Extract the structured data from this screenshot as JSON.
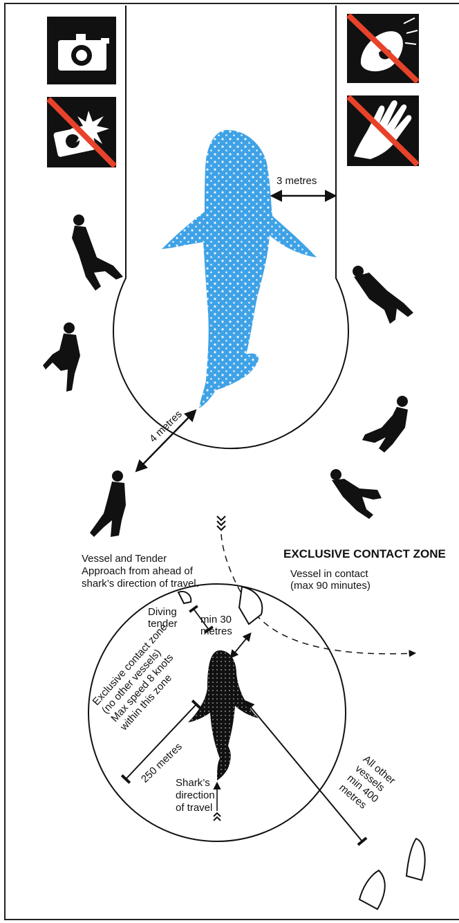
{
  "icons": [
    {
      "name": "camera-icon",
      "prohibited": false
    },
    {
      "name": "camera-flash-icon",
      "prohibited": true
    },
    {
      "name": "ride-shark-icon",
      "prohibited": true
    },
    {
      "name": "touch-shark-icon",
      "prohibited": true
    }
  ],
  "colors": {
    "shark_top": "#3fa2e6",
    "prohibited_slash": "#e8432a",
    "icon_box": "#111111",
    "lines": "#111111"
  },
  "labels": {
    "three_metres": "3 metres",
    "four_metres": "4 metres",
    "zone_heading": "EXCLUSIVE CONTACT ZONE",
    "approach": [
      "Vessel and Tender",
      "Approach from ahead of",
      "shark’s direction of travel."
    ],
    "vessel_contact": [
      "Vessel in contact",
      "(max 90 minutes)"
    ],
    "min30": [
      "min 30",
      "metres"
    ],
    "diving_tender": [
      "Diving",
      "tender"
    ],
    "exclusive_zone": [
      "Exclusive contact zone",
      "(no other vessels)",
      "Max speed 8 knots",
      "within this zone"
    ],
    "two_fifty": "250 metres",
    "direction": [
      "Shark’s",
      "direction",
      "of travel"
    ],
    "other_vessels": [
      "All other",
      "vessels",
      "min 400",
      "metres"
    ]
  }
}
